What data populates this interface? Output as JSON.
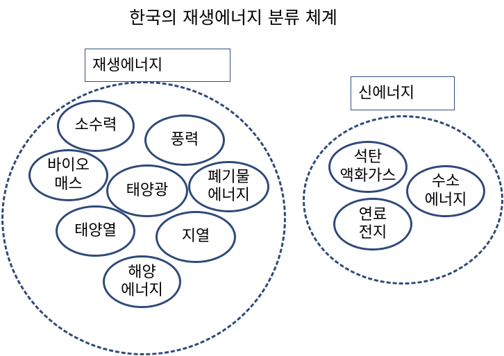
{
  "title": "한국의 재생에너지 분류 체계",
  "groups": {
    "renewable": {
      "label": "재생에너지",
      "items": [
        {
          "id": "sosuryeok",
          "lines": [
            "소수력"
          ]
        },
        {
          "id": "pungnyeok",
          "lines": [
            "풍력"
          ]
        },
        {
          "id": "bio-mass",
          "lines": [
            "바이오",
            "매스"
          ]
        },
        {
          "id": "taeyanggwang",
          "lines": [
            "태양광"
          ]
        },
        {
          "id": "waste-energy",
          "lines": [
            "폐기물",
            "에너지"
          ]
        },
        {
          "id": "taeyangyeol",
          "lines": [
            "태양열"
          ]
        },
        {
          "id": "jiyeol",
          "lines": [
            "지열"
          ]
        },
        {
          "id": "ocean-energy",
          "lines": [
            "해양",
            "에너지"
          ]
        }
      ]
    },
    "new": {
      "label": "신에너지",
      "items": [
        {
          "id": "coal-liquefaction",
          "lines": [
            "석탄",
            "액화가스"
          ]
        },
        {
          "id": "hydrogen-energy",
          "lines": [
            "수소",
            "에너지"
          ]
        },
        {
          "id": "fuel-cell",
          "lines": [
            "연료",
            "전지"
          ]
        }
      ]
    }
  },
  "colors": {
    "stroke": "#2e4a78",
    "box_border": "#2f4f7f"
  }
}
